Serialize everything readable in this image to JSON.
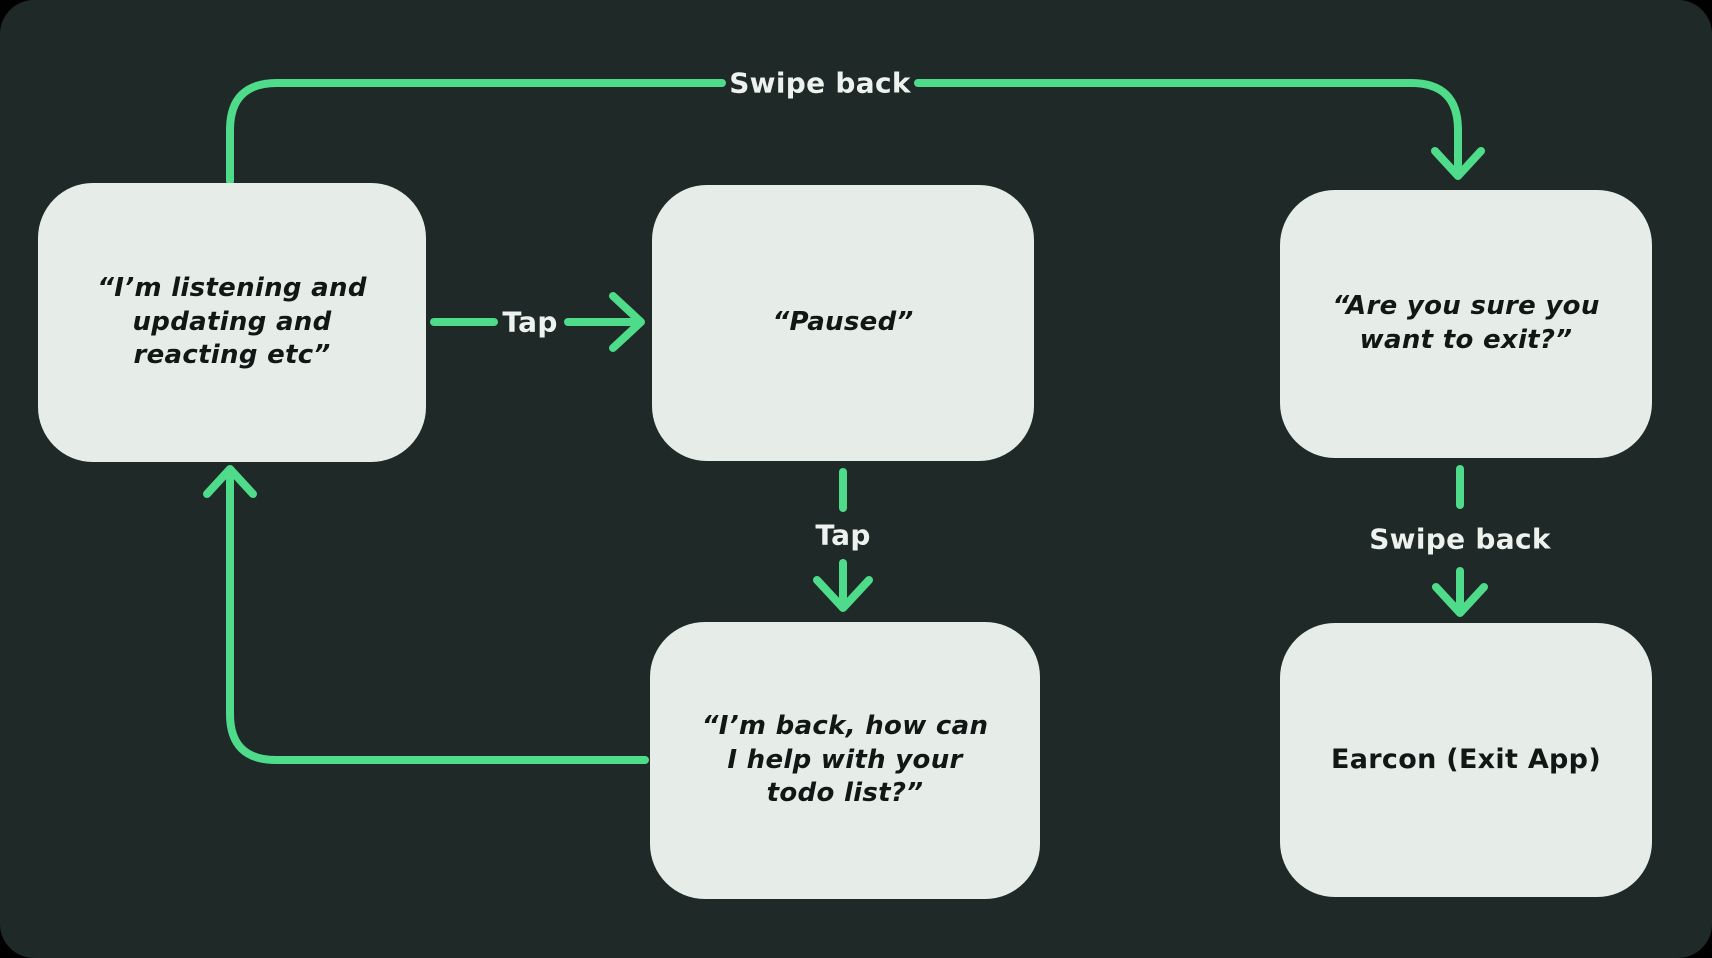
{
  "canvas": {
    "background": "#1f2927",
    "outer_background": "#000000",
    "accent": "#4edc8a",
    "node_fill": "#e6ede9",
    "node_text_color": "#101815",
    "label_text_color": "#edf2ef"
  },
  "nodes": [
    {
      "id": "listening",
      "text": "“I’m listening and updating and reacting etc”",
      "style": "quote"
    },
    {
      "id": "paused",
      "text": "“Paused”",
      "style": "quote"
    },
    {
      "id": "confirm-exit",
      "text": "“Are you sure you want to exit?”",
      "style": "quote"
    },
    {
      "id": "back-todo",
      "text": "“I’m back, how can I help with your todo list?”",
      "style": "quote"
    },
    {
      "id": "earcon-exit",
      "text": "Earcon (Exit App)",
      "style": "plain"
    }
  ],
  "edges": [
    {
      "label": "Swipe back",
      "from": "listening",
      "to": "confirm-exit"
    },
    {
      "label": "Tap",
      "from": "listening",
      "to": "paused"
    },
    {
      "label": "Tap",
      "from": "paused",
      "to": "back-todo"
    },
    {
      "label": "",
      "from": "back-todo",
      "to": "listening"
    },
    {
      "label": "Swipe back",
      "from": "confirm-exit",
      "to": "earcon-exit"
    }
  ]
}
